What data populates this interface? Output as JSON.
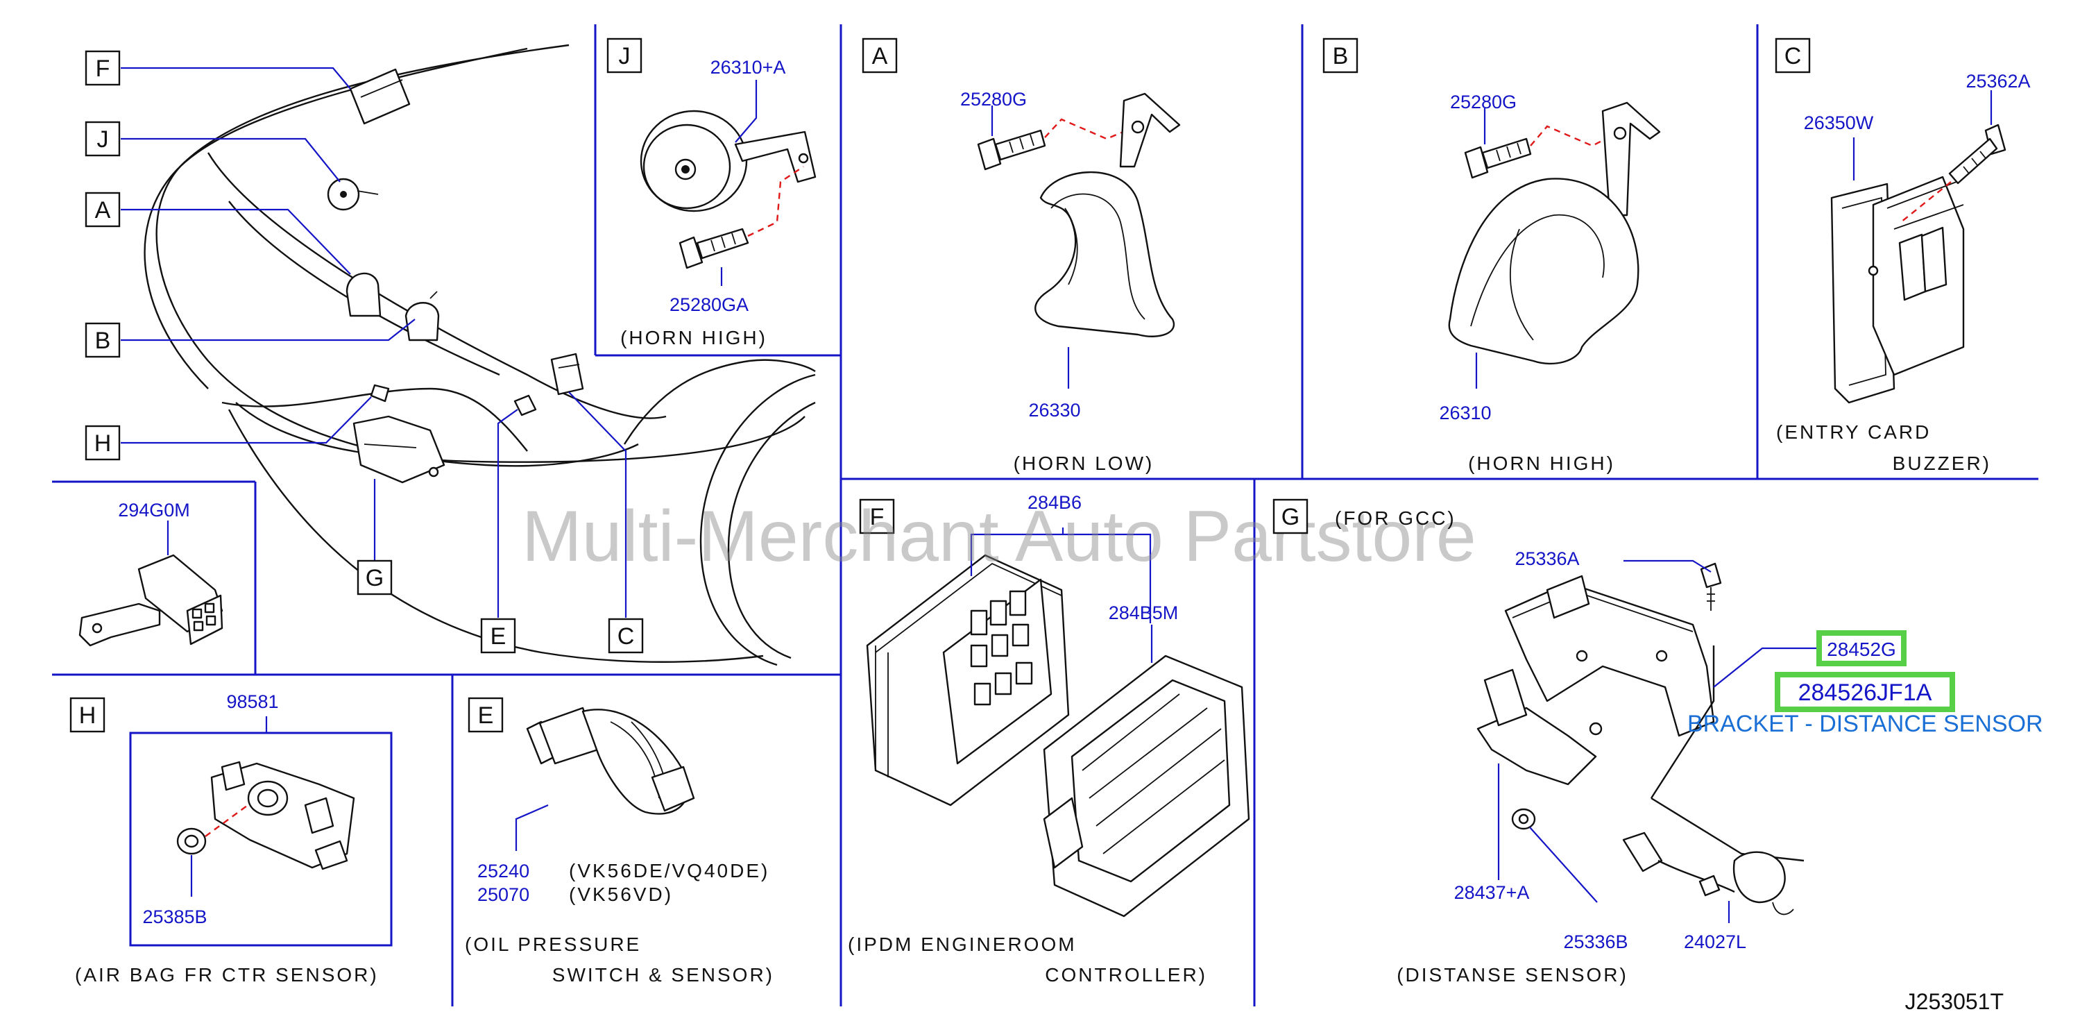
{
  "sections": {
    "overview": {
      "callouts": [
        "F",
        "J",
        "A",
        "B",
        "H",
        "G",
        "E",
        "C"
      ]
    },
    "J": {
      "letter": "J",
      "parts": [
        "26310+A",
        "25280GA"
      ],
      "caption": "(HORN   HIGH)"
    },
    "A": {
      "letter": "A",
      "parts": [
        "25280G",
        "26330"
      ],
      "caption": "(HORN    LOW)"
    },
    "B": {
      "letter": "B",
      "parts": [
        "25280G",
        "26310"
      ],
      "caption": "(HORN    HIGH)"
    },
    "C": {
      "letter": "C",
      "parts": [
        "25362A",
        "26350W"
      ],
      "caption_line1": "(ENTRY    CARD",
      "caption_line2": "BUZZER)"
    },
    "misc": {
      "parts": [
        "294G0M"
      ]
    },
    "F": {
      "letter": "F",
      "parts": [
        "284B6",
        "284B5M"
      ],
      "caption_line1": "(IPDM   ENGINEROOM",
      "caption_line2": "CONTROLLER)"
    },
    "G": {
      "letter": "G",
      "note": "(FOR   GCC)",
      "parts": [
        "25336A",
        "28437+A",
        "25336B",
        "24027L"
      ],
      "highlighted_parts": [
        "28452G",
        "284526JF1A"
      ],
      "annotation": "BRACKET - DISTANCE SENSOR",
      "caption": "(DISTANSE    SENSOR)"
    },
    "H": {
      "letter": "H",
      "parts": [
        "98581",
        "25385B"
      ],
      "caption": "(AIR    BAG    FR    CTR    SENSOR)"
    },
    "E": {
      "letter": "E",
      "parts": [
        "25240",
        "25070"
      ],
      "variants": [
        "(VK56DE/VQ40DE)",
        "(VK56VD)"
      ],
      "caption_line1": "(OIL    PRESSURE",
      "caption_line2": "SWITCH   &   SENSOR)"
    }
  },
  "watermark": "Multi-Merchant Auto Partstore",
  "diagram_code": "J253051T",
  "colors": {
    "part_number": "#1515c8",
    "leader_line": "#1515c8",
    "dashed_fastener": "#e01818",
    "highlight": "#57d047",
    "annotation": "#1a6fd6"
  }
}
